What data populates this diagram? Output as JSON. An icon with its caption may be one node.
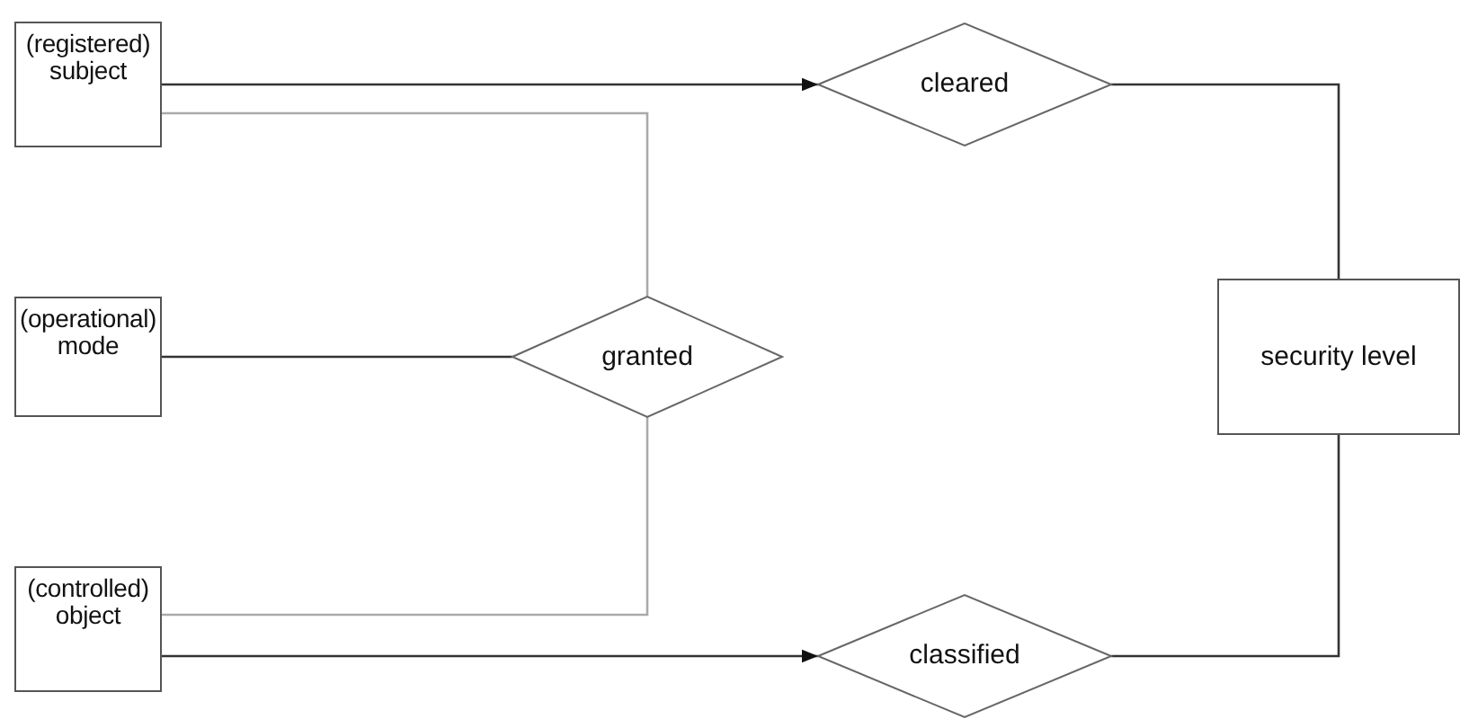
{
  "diagram": {
    "nodes": [
      {
        "text": [
          "(registered) subject"
        ]
      },
      {
        "text": [
          "cleared"
        ]
      },
      {
        "text": [
          "(operational) mode"
        ]
      },
      {
        "text": [
          "granted"
        ]
      },
      {
        "text": [
          "security level"
        ]
      },
      {
        "text": [
          "(controlled) object"
        ]
      },
      {
        "text": [
          "classified"
        ]
      }
    ],
    "edges": [
      {
        "from": 0,
        "to": 1,
        "arrow": "to"
      },
      {
        "from": 0,
        "to": 3,
        "arrow": "none",
        "color": "#aaaaaa"
      },
      {
        "from": 2,
        "to": 3,
        "arrow": "none"
      },
      {
        "from": 5,
        "to": 3,
        "arrow": "none",
        "color": "#aaaaaa"
      },
      {
        "from": 5,
        "to": 6,
        "arrow": "to"
      },
      {
        "from": 1,
        "to": 4,
        "arrow": "none"
      },
      {
        "from": 6,
        "to": 4,
        "arrow": "none"
      }
    ]
  }
}
